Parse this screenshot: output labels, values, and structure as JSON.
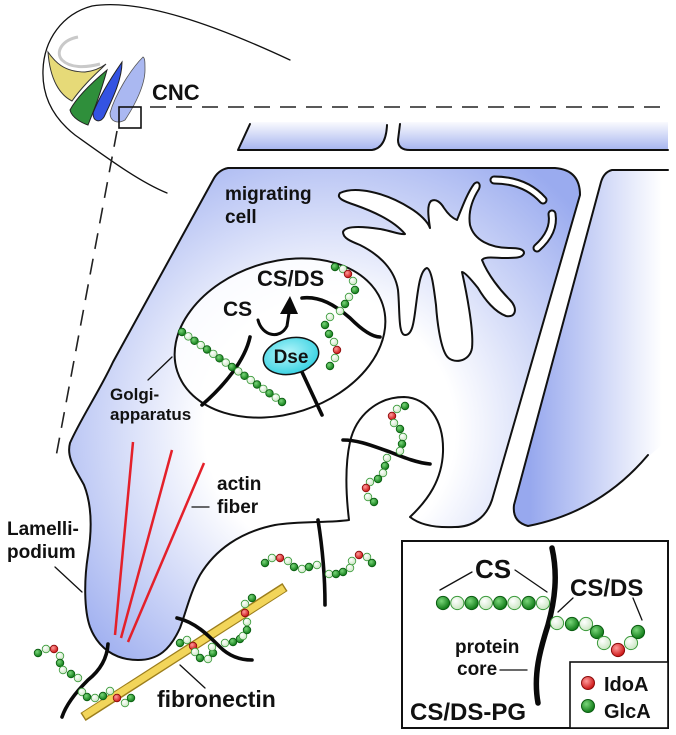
{
  "labels": {
    "cnc": "CNC",
    "migrating_cell": [
      "migrating",
      "cell"
    ],
    "golgi": [
      "Golgi-",
      "apparatus"
    ],
    "cs": "CS",
    "csds": "CS/DS",
    "dse": "Dse",
    "actin_fiber": [
      "actin",
      "fiber"
    ],
    "lamellipodium": [
      "Lamelli-",
      "podium"
    ],
    "fibronectin": "fibronectin"
  },
  "legend": {
    "title": "CS/DS-PG",
    "cs_label": "CS",
    "csds_label": "CS/DS",
    "protein_core": [
      "protein",
      "core"
    ],
    "key": [
      {
        "label": "IdoA",
        "code": "R"
      },
      {
        "label": "GlcA",
        "code": "G"
      }
    ]
  },
  "bead_key": {
    "G": "GlcA",
    "R": "IdoA",
    "W": "unlabeled"
  },
  "chains": {
    "golgi_cs": {
      "label": "CS",
      "sequence": "GWGWGWGWGWGWGWGWG"
    },
    "golgi_csds": {
      "label": "CS/DS",
      "sequence": "GWRWGWGWWGGWRWG"
    },
    "knob": {
      "label": "CS/DS",
      "sequence": "GWRWGWGWWGWGWRWG"
    },
    "middle": {
      "label": "CS/DS",
      "sequence": "GWRWGWGWWGGWWRWG"
    },
    "fibronectin": {
      "label": "CS/DS",
      "sequence": "GWRWGWGWWGGWGWRWG"
    },
    "lamelli": {
      "label": "CS/DS",
      "sequence": "GWRWGWGWWGWGWRWG"
    },
    "legend_cs": {
      "label": "CS",
      "sequence": "GWGWGWGW"
    },
    "legend_csds": {
      "label": "CS/DS",
      "sequence": "WGWGWRWG"
    }
  },
  "colors": {
    "cell_blue": "#9aabef",
    "lobe_yellow": "#e6da78",
    "lobe_green": "#2f8f3b",
    "lobe_blue": "#3453e2",
    "lobe_lightblue": "#aab8f1",
    "dse_light": "#b6f6fb",
    "dse_dark": "#2fcfe0",
    "actin": "#e4202a",
    "fibronectin_fill": "#f2d55a",
    "fibronectin_edge": "#9c7e1c",
    "glca": "#158a1e",
    "idoa": "#d81c1c"
  }
}
